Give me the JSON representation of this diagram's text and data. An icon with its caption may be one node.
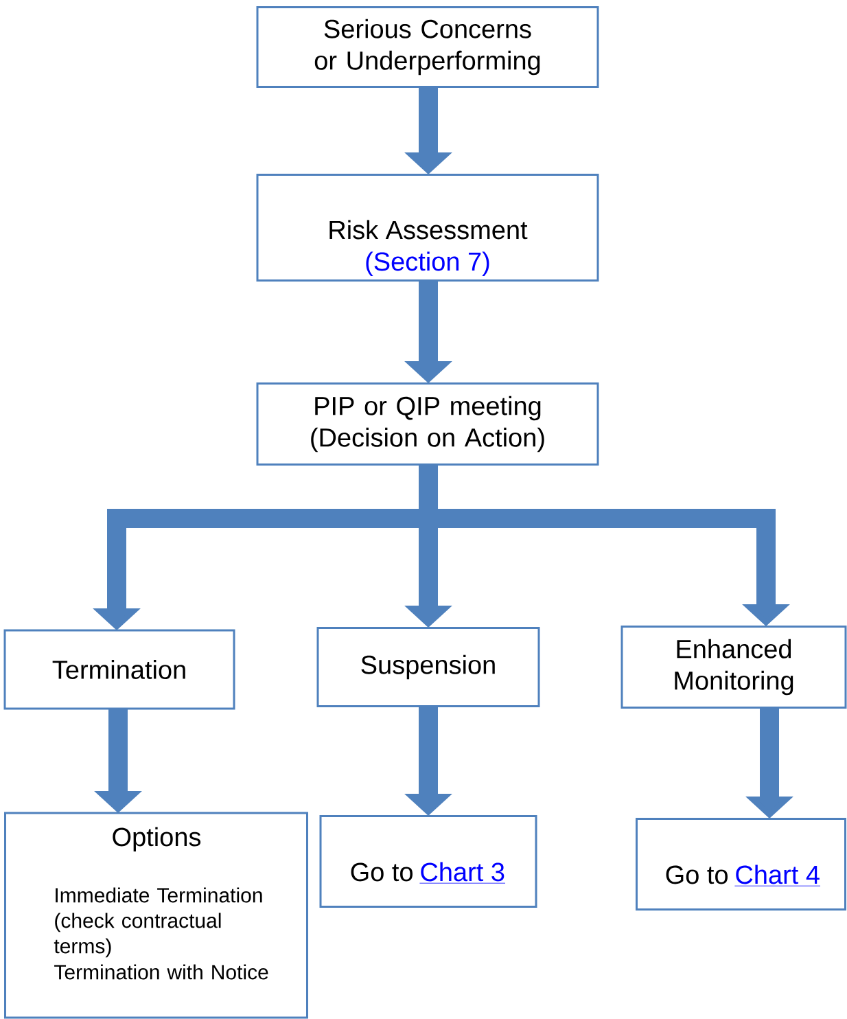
{
  "diagram": {
    "nodes": [
      {
        "text": [
          "Serious Concerns or Underperforming"
        ]
      },
      {
        "text": [
          "Risk Assessment",
          "(Section 7)"
        ]
      },
      {
        "text": [
          "PIP or QIP meeting (Decision on Action)"
        ]
      },
      {
        "text": [
          "Termination"
        ]
      },
      {
        "text": [
          "Suspension"
        ]
      },
      {
        "text": [
          "Enhanced Monitoring"
        ]
      },
      {
        "text": [
          "Options",
          "Immediate Termination (check contractual terms)",
          "Termination with Notice"
        ]
      },
      {
        "text": [
          "Go to",
          "Chart 3"
        ]
      },
      {
        "text": [
          "Go to",
          "Chart 4"
        ]
      }
    ],
    "edges": [
      {
        "from": 0,
        "to": 1,
        "arrow": "to"
      },
      {
        "from": 1,
        "to": 2,
        "arrow": "to"
      },
      {
        "from": 2,
        "to": 3,
        "arrow": "to"
      },
      {
        "from": 2,
        "to": 4,
        "arrow": "to"
      },
      {
        "from": 2,
        "to": 5,
        "arrow": "to"
      },
      {
        "from": 3,
        "to": 6,
        "arrow": "to"
      },
      {
        "from": 4,
        "to": 7,
        "arrow": "to"
      },
      {
        "from": 5,
        "to": 8,
        "arrow": "to"
      }
    ]
  }
}
